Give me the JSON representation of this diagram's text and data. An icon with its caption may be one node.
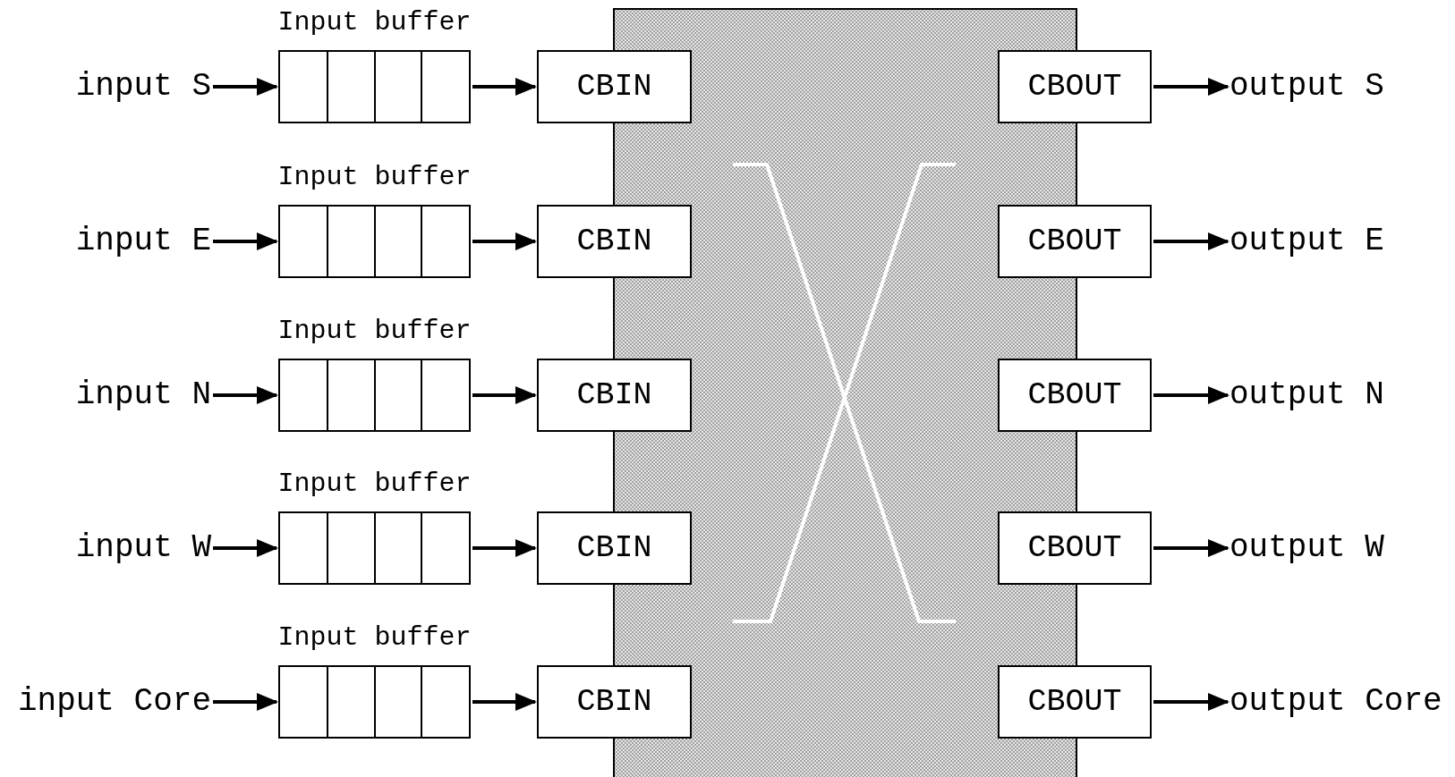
{
  "diagram": {
    "nodes": [
      {
        "text": [
          "input S"
        ]
      },
      {
        "text": [
          "Input buffer"
        ]
      },
      {
        "text": [
          "CBIN"
        ]
      },
      {
        "text": [
          "CBOUT"
        ]
      },
      {
        "text": [
          "output S"
        ]
      },
      {
        "text": [
          "input E"
        ]
      },
      {
        "text": [
          "Input buffer"
        ]
      },
      {
        "text": [
          "CBIN"
        ]
      },
      {
        "text": [
          "CBOUT"
        ]
      },
      {
        "text": [
          "output E"
        ]
      },
      {
        "text": [
          "input N"
        ]
      },
      {
        "text": [
          "Input buffer"
        ]
      },
      {
        "text": [
          "CBIN"
        ]
      },
      {
        "text": [
          "CBOUT"
        ]
      },
      {
        "text": [
          "output N"
        ]
      },
      {
        "text": [
          "input W"
        ]
      },
      {
        "text": [
          "Input buffer"
        ]
      },
      {
        "text": [
          "CBIN"
        ]
      },
      {
        "text": [
          "CBOUT"
        ]
      },
      {
        "text": [
          "output W"
        ]
      },
      {
        "text": [
          "input Core"
        ]
      },
      {
        "text": [
          "Input buffer"
        ]
      },
      {
        "text": [
          "CBIN"
        ]
      },
      {
        "text": [
          "CBOUT"
        ]
      },
      {
        "text": [
          "output Core"
        ]
      }
    ],
    "edges": [
      {
        "from": 0,
        "to": 1,
        "arrow": "to"
      },
      {
        "from": 1,
        "to": 2,
        "arrow": "to"
      },
      {
        "from": 3,
        "to": 4,
        "arrow": "to"
      },
      {
        "from": 5,
        "to": 6,
        "arrow": "to"
      },
      {
        "from": 6,
        "to": 7,
        "arrow": "to"
      },
      {
        "from": 8,
        "to": 9,
        "arrow": "to"
      },
      {
        "from": 10,
        "to": 11,
        "arrow": "to"
      },
      {
        "from": 11,
        "to": 12,
        "arrow": "to"
      },
      {
        "from": 13,
        "to": 14,
        "arrow": "to"
      },
      {
        "from": 15,
        "to": 16,
        "arrow": "to"
      },
      {
        "from": 16,
        "to": 17,
        "arrow": "to"
      },
      {
        "from": 18,
        "to": 19,
        "arrow": "to"
      },
      {
        "from": 20,
        "to": 21,
        "arrow": "to"
      },
      {
        "from": 21,
        "to": 22,
        "arrow": "to"
      },
      {
        "from": 23,
        "to": 24,
        "arrow": "to"
      }
    ]
  }
}
